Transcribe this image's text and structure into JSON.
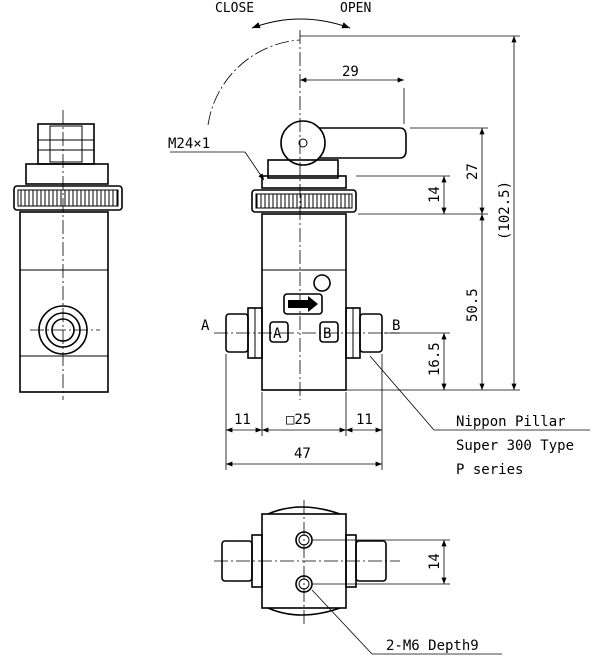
{
  "rotation": {
    "close": "CLOSE",
    "open": "OPEN"
  },
  "thread": "M24×1",
  "dims": {
    "handle_offset": "29",
    "upper_height": "27",
    "overall_height": "(102.5)",
    "cap_height": "14",
    "body_height": "50.5",
    "port_height": "16.5",
    "port_left": "11",
    "body_square": "□25",
    "port_right": "11",
    "overall_width": "47",
    "bottom_width": "14"
  },
  "ports": {
    "left": "A",
    "right": "B",
    "badge_a": "A",
    "badge_b": "B"
  },
  "fitting": {
    "line1": "Nippon Pillar",
    "line2": "Super 300 Type",
    "line3": "P series"
  },
  "mounting": "2-M6 Depth9",
  "colors": {
    "line": "#000000",
    "background": "#ffffff"
  }
}
